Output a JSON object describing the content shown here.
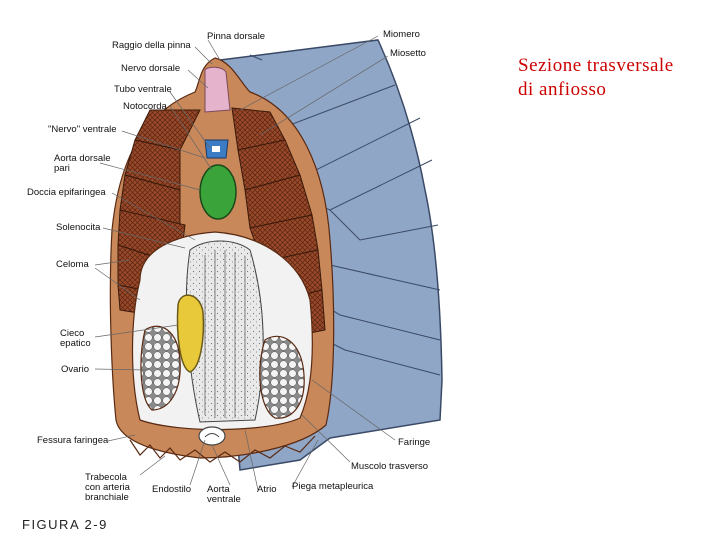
{
  "title": {
    "line1": "Sezione trasversale",
    "line2": "di anfiosso"
  },
  "figure_label": "FIGURA 2-9",
  "labels": {
    "raggio_pinna": "Raggio della pinna",
    "nervo_dorsale": "Nervo dorsale",
    "tubo_ventrale": "Tubo ventrale",
    "notocorda": "Notocorda",
    "nervo_ventrale": "\"Nervo\" ventrale",
    "aorta_dorsale_1": "Aorta dorsale",
    "aorta_dorsale_2": "pari",
    "doccia": "Doccia epifaringea",
    "solenocita": "Solenocita",
    "celoma": "Celoma",
    "cieco_1": "Cieco",
    "cieco_2": "epatico",
    "ovario": "Ovario",
    "fessura": "Fessura faringea",
    "trabecola_1": "Trabecola",
    "trabecola_2": "con arteria",
    "trabecola_3": "branchiale",
    "endostilo": "Endostilo",
    "aorta_ventrale_1": "Aorta",
    "aorta_ventrale_2": "ventrale",
    "atrio": "Atrio",
    "piega": "Piega  metapleurica",
    "pinna_dorsale": "Pinna dorsale",
    "miomero": "Miomero",
    "miosetto": "Miosetto",
    "faringe": "Faringe",
    "muscolo": "Muscolo trasverso"
  },
  "colors": {
    "body_blue": "#8fa6c6",
    "muscle": "#9a4a2a",
    "skin": "#c9885a",
    "notochord": "#3aa33a",
    "nerve": "#e6b3cc",
    "tube": "#3b7cc4",
    "liver": "#e8c93a",
    "title": "#cc0000"
  }
}
